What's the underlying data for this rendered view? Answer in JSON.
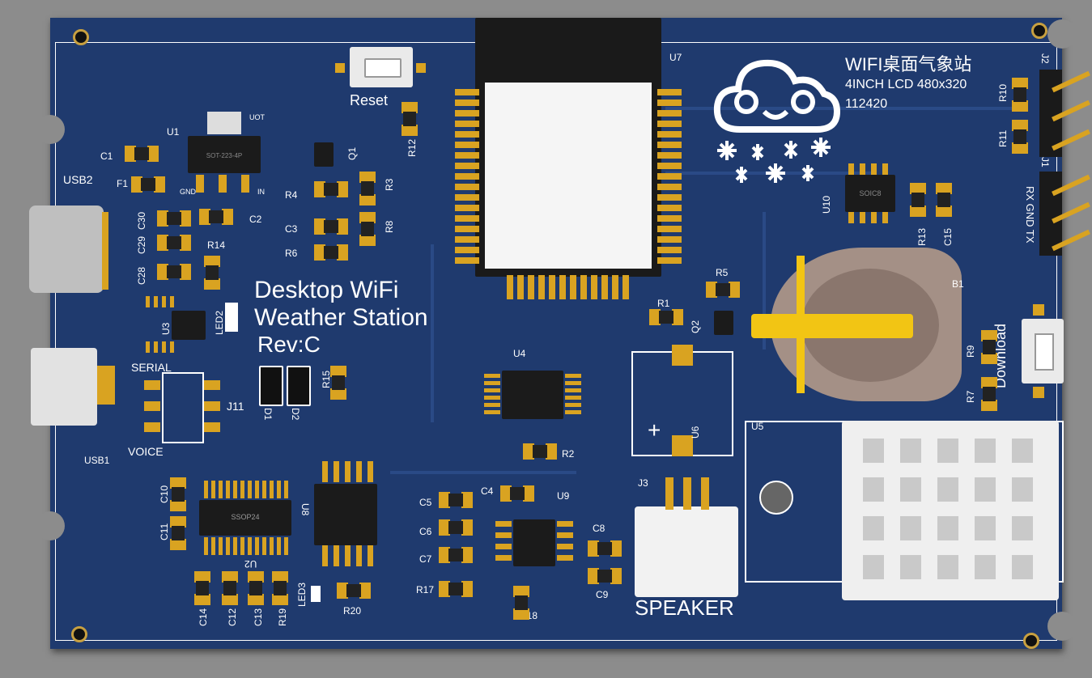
{
  "board": {
    "title_line1": "Desktop WiFi",
    "title_line2": "Weather Station",
    "revision": "Rev:C",
    "cn_title": "WIFI桌面气象站",
    "lcd_spec": "4INCH LCD 480x320",
    "date_code": "112420",
    "speaker_label": "SPEAKER",
    "reset_label": "Reset",
    "download_label": "Download",
    "serial_label": "SERIAL",
    "voice_label": "VOICE",
    "uart_labels": "RX GND TX"
  },
  "designators": {
    "u1": "U1",
    "u3": "U3",
    "u4": "U4",
    "u5": "U5",
    "u6": "U6",
    "u7": "U7",
    "u8": "U8",
    "u9": "U9",
    "u10": "U10",
    "usb1": "USB1",
    "usb2": "USB2",
    "f1": "F1",
    "c1": "C1",
    "c2": "C2",
    "c3": "C3",
    "c4": "C4",
    "c5": "C5",
    "c6": "C6",
    "c7": "C7",
    "c8": "C8",
    "c9": "C9",
    "c10": "C10",
    "c11": "C11",
    "c12": "C12",
    "c13": "C13",
    "c14": "C14",
    "c15": "C15",
    "c28": "C28",
    "c29": "C29",
    "c30": "C30",
    "r1": "R1",
    "r2": "R2",
    "r3": "R3",
    "r4": "R4",
    "r5": "R5",
    "r6": "R6",
    "r7": "R7",
    "r8": "R8",
    "r9": "R9",
    "r10": "R10",
    "r11": "R11",
    "r12": "R12",
    "r13": "R13",
    "r14": "R14",
    "r15": "R15",
    "r17": "R17",
    "r18": "R18",
    "r19": "R19",
    "r20": "R20",
    "q1": "Q1",
    "q2": "Q2",
    "d1": "D1",
    "d2": "D2",
    "led2": "LED2",
    "led3": "LED3",
    "j1": "J1",
    "j2": "J2",
    "j3": "J3",
    "j11": "J11",
    "b1": "B1",
    "u2": "U2"
  },
  "package_marks": {
    "sot223": "SOT-223-4P",
    "uot": "UOT",
    "gnd": "GND",
    "in": "IN",
    "soic8": "SOIC8",
    "ssop24": "SSOP24"
  },
  "colors": {
    "board": "#1f3a6e",
    "copper": "#d9a321",
    "silk": "#ffffff",
    "background": "#8c8c8c"
  }
}
